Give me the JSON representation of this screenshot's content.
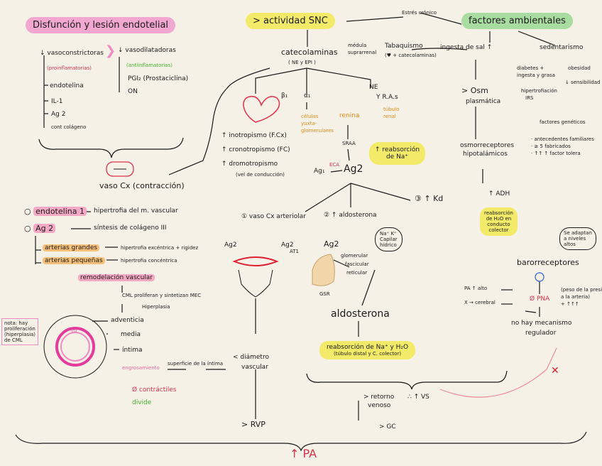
{
  "title_left": "Disfunción y lesión endotelial",
  "left_col1": [
    "↓ vasoconstrictoras",
    "(proinflamatorias)",
    "endotelina",
    "IL-1",
    "Ag 2",
    "cont colágeno"
  ],
  "left_col2": [
    "↓ vasodilatadoras",
    "(antiinflamatorias)",
    "PGI₂ (Prostaciclina)",
    "ON"
  ],
  "vaso": "vaso Cx (contracción)",
  "endotelina": "endotelina 1",
  "endotelina_r": "hipertrofia del m. vascular",
  "ag2": "Ag 2",
  "ag2_r": "síntesis de colágeno III",
  "arterias_grandes": "arterias grandes",
  "arterias_grandes_r": "hipertrofia excéntrica + rigidez",
  "arterias_pequenas": "arterias pequeñas",
  "arterias_pequenas_r": "hipertrofia concéntrica",
  "remodelacion": "remodelación vascular",
  "cml_note": "CML proliferan y sintetizan MEC",
  "hiperplasia": "Hiperplasia",
  "capas": [
    "adventicia",
    "media",
    "íntima"
  ],
  "nota": [
    "nota: hay",
    "proliferación",
    "(hiperplasia)",
    "de CML"
  ],
  "int_label": "int",
  "engrosamiento": "engrosamiento",
  "superficie": "superficie de la íntima",
  "contractiles": "Ø contráctiles",
  "divide": "divide",
  "actividad": "> actividad SNC",
  "estres": "Estrés crónico",
  "factores": "factores ambientales",
  "catecolaminas": "catecolaminas",
  "ne_epi": "( NE y EPI )",
  "mediadas": [
    "médula",
    "suprarrenal"
  ],
  "tabaquismo": "Tabaquismo",
  "tabaq_sub": "(♥ + catecolaminas)",
  "sal": "ingesta de sal ↑",
  "sedentarismo": "sedentarismo",
  "diabetes": [
    "diabetes +",
    "ingesta y grasa"
  ],
  "obesidad": "obesidad",
  "hipertrof": [
    "hipertrofiación",
    "IRS"
  ],
  "resist": "↓ sensibilidad",
  "factores_geneticos": "factores genéticos",
  "fg_list": [
    "· antecedentes familiares",
    "· ≥ 5 fabricados",
    "· ↑↑ ↑ factor tolera"
  ],
  "osm": [
    "> Osm",
    "plasmática"
  ],
  "osmo": [
    "osmorreceptores",
    "hipotalámicos"
  ],
  "adh": "↑ ADH",
  "reabs_h2o": [
    "reabsorción",
    "de H₂O en",
    "conducto",
    "colector"
  ],
  "b1": "β₁",
  "a1": "α₁",
  "ne": "NE",
  "yrad": "Y R.A.s",
  "renina": "renina",
  "srrr": "SRAA",
  "ag1": "Ag₁",
  "ag2_center": "Ag2",
  "eca": "ECA",
  "celulas_jg": [
    "células",
    "yuxta-",
    "glomerulares"
  ],
  "tubulo": [
    "túbulo",
    "renal"
  ],
  "reab_na": [
    "↑ reabsorción",
    "de Na⁺"
  ],
  "inotropismo": "↑ inotropismo (F.Cx)",
  "cronotropismo": "↑ cronotropismo (FC)",
  "dromotropismo": "↑ dromotropismo",
  "dromo_sub": "(vel de conducción)",
  "vaso_cx_center": "① vaso Cx arteriolar",
  "aldosterona_ref": "② ↑ aldosterona",
  "kd": "③ ↑ Kd",
  "ag2_left": "Ag2",
  "at1": "AT1",
  "ag2_right": "Ag2",
  "ag2_gsr": "Ag2",
  "gsr": "GSR",
  "glomerular": [
    "glomerular",
    "fascicular",
    "reticular"
  ],
  "nak": [
    "Na⁺ K⁺",
    "Capilar",
    "hídrico"
  ],
  "aldosterona": "aldosterona",
  "reab_final": "reabsorción de Na⁺ y H₂O",
  "reab_final_sub": "(túbulo distal y C. colector)",
  "diametro": [
    "< diámetro",
    "vascular"
  ],
  "rvp": "> RVP",
  "retorno": [
    "> retorno",
    "venoso"
  ],
  "vs": "∴ ↑ VS",
  "gc": "> GC",
  "baroreceptores": "barorreceptores",
  "baro_note": [
    "Se adaptan",
    "a niveles",
    "altos"
  ],
  "pa_alta": "PA ↑ alto",
  "x_cerebral": "X → cerebral",
  "pna": "Ø PNA",
  "pna_side": [
    "(peso de la presión",
    "a la arteria)",
    "+ ↑↑↑"
  ],
  "no_mec": [
    "no hay mecanismo",
    "regulador"
  ],
  "pa": "↑ PA"
}
